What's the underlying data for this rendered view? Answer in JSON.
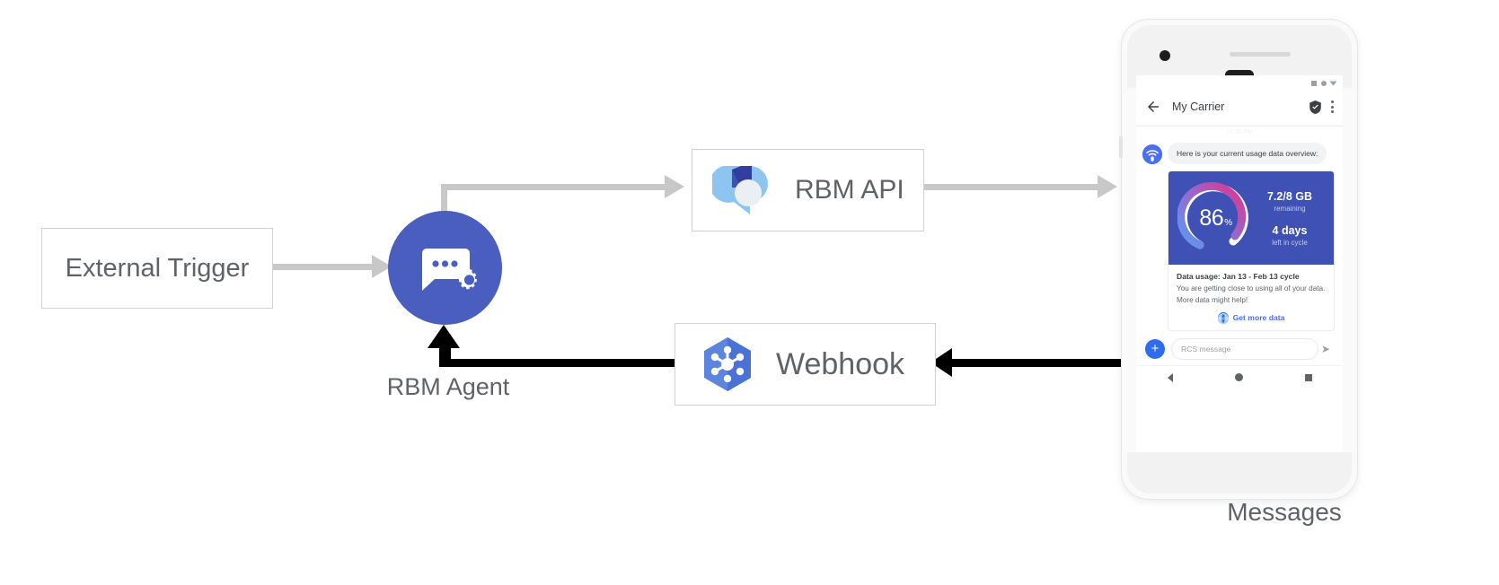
{
  "diagram": {
    "nodes": {
      "external_trigger": {
        "label": "External Trigger"
      },
      "rbm_agent": {
        "label": "RBM Agent",
        "icon": "chat-gear-icon",
        "color": "#4a5ec0"
      },
      "rbm_api": {
        "label": "RBM API",
        "icon": "rbm-api-icon"
      },
      "webhook": {
        "label": "Webhook",
        "icon": "cloud-functions-hexagon-icon"
      },
      "messages": {
        "label": "Messages"
      }
    },
    "connector_colors": {
      "request": "#c8c8c8",
      "response": "#000000"
    }
  },
  "phone": {
    "status_icons": [
      "square-icon",
      "dot-icon",
      "triangle-down-icon"
    ],
    "app_bar": {
      "back_icon": "back-arrow-icon",
      "title": "My Carrier",
      "verified_icon": "verified-shield-icon",
      "overflow_icon": "kebab-menu-icon"
    },
    "timestamp": "12:30 PM",
    "message": {
      "avatar_icon": "carrier-wifi-avatar-icon",
      "text": "Here is your current usage data overview:"
    },
    "card": {
      "gauge": {
        "percent": "86",
        "percent_symbol": "%"
      },
      "data_remaining": {
        "value": "7.2/8 GB",
        "sub": "remaining"
      },
      "days_left": {
        "value": "4 days",
        "sub": "left in cycle"
      },
      "title": "Data usage: Jan 13 - Feb 13 cycle",
      "body": "You are getting close to using all of your data. More data might help!",
      "action": {
        "icon": "globe-icon",
        "label": "Get more data"
      }
    },
    "composer": {
      "add_icon": "plus-icon",
      "placeholder": "RCS message",
      "send_icon": "send-icon"
    },
    "nav": {
      "back": "nav-back-icon",
      "home": "nav-home-icon",
      "recents": "nav-recents-icon"
    }
  }
}
